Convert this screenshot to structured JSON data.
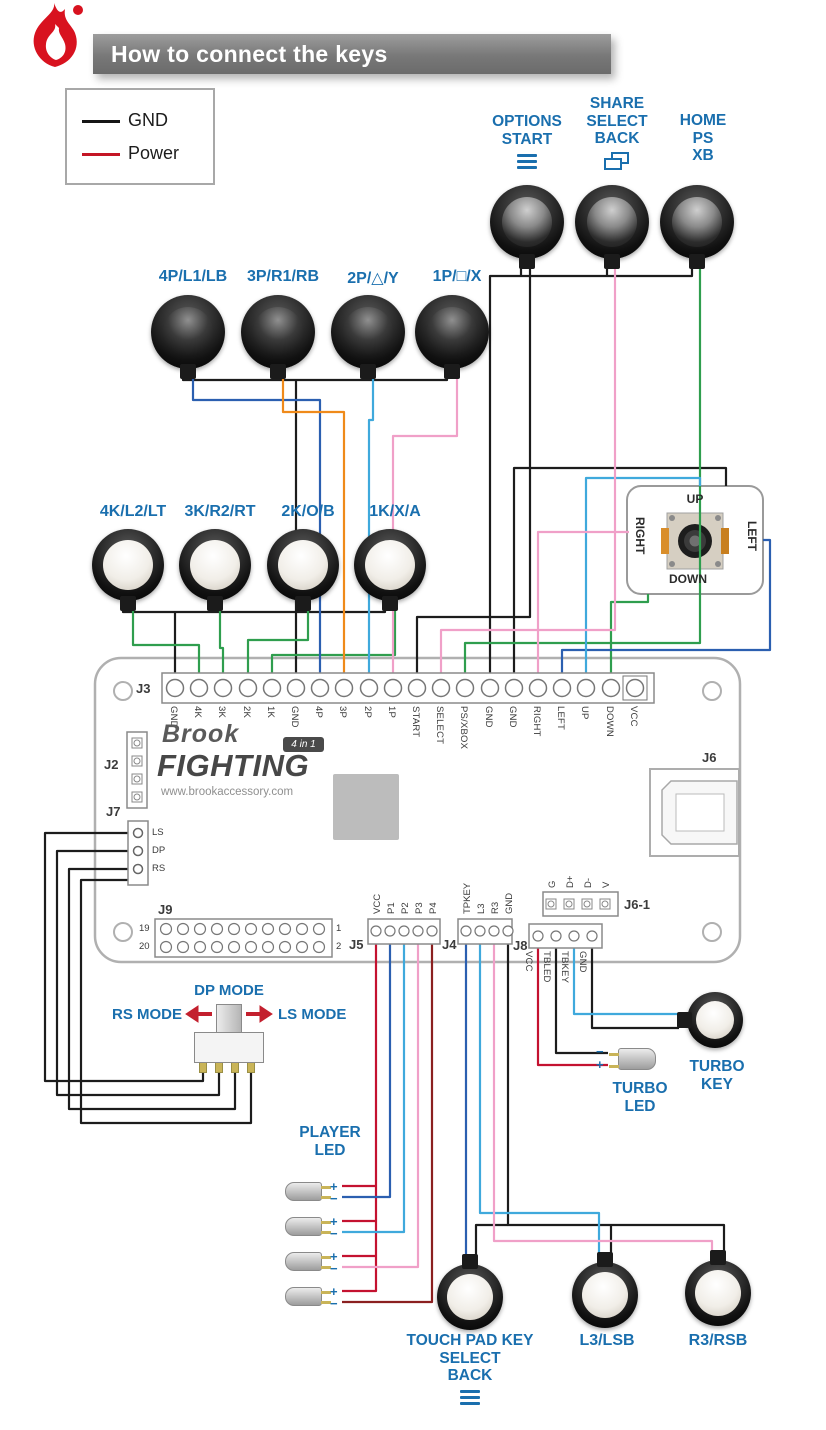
{
  "header": {
    "title": "How to connect the keys"
  },
  "legend": {
    "gnd_label": "GND",
    "power_label": "Power"
  },
  "colors": {
    "label_blue": "#1a6fae",
    "gnd_wire": "#1c1c1c",
    "power_wire": "#c41230",
    "green_wire": "#2f9e4e",
    "blue_wire": "#2b5fb0",
    "cyan_wire": "#3fa9dc",
    "orange_wire": "#ef8a1a",
    "pink_wire": "#f0a0c8",
    "darkred_wire": "#8b2020",
    "flame_red": "#d8121f"
  },
  "icons": {
    "options": "menu-icon",
    "share": "window-copy-icon",
    "touchpad": "menu-icon"
  },
  "top_buttons": {
    "options": {
      "lines": [
        "OPTIONS",
        "START"
      ]
    },
    "share": {
      "lines": [
        "SHARE",
        "SELECT",
        "BACK"
      ]
    },
    "home": {
      "lines": [
        "HOME",
        "PS",
        "XB"
      ]
    }
  },
  "punch_buttons": [
    "4P/L1/LB",
    "3P/R1/RB",
    "2P/△/Y",
    "1P/□/X"
  ],
  "kick_buttons": [
    "4K/L2/LT",
    "3K/R2/RT",
    "2K/O/B",
    "1K/X/A"
  ],
  "joystick": {
    "up": "UP",
    "down": "DOWN",
    "left": "LEFT",
    "right": "RIGHT"
  },
  "pcb": {
    "j3": {
      "label": "J3",
      "pins": [
        "GND",
        "4K",
        "3K",
        "2K",
        "1K",
        "GND",
        "4P",
        "3P",
        "2P",
        "1P",
        "START",
        "SELECT",
        "PS/XBOX",
        "GND",
        "GND",
        "RIGHT",
        "LEFT",
        "UP",
        "DOWN",
        "VCC"
      ]
    },
    "j2": {
      "label": "J2"
    },
    "j6": {
      "label": "J6"
    },
    "j6_1": {
      "label": "J6-1",
      "pins": [
        "G",
        "D+",
        "D-",
        "V"
      ]
    },
    "j7": {
      "label": "J7",
      "pins": [
        "LS",
        "DP",
        "RS"
      ]
    },
    "j9": {
      "label": "J9",
      "corner_pins": {
        "top_left": "19",
        "bottom_left": "20",
        "top_right": "1",
        "bottom_right": "2"
      }
    },
    "j5": {
      "label": "J5",
      "pins": [
        "VCC",
        "P1",
        "P2",
        "P3",
        "P4"
      ]
    },
    "j4": {
      "label": "J4",
      "pins": [
        "TPKEY",
        "L3",
        "R3",
        "GND"
      ]
    },
    "j8": {
      "label": "J8",
      "pins": [
        "VCC",
        "TBLED",
        "TBKEY",
        "GND"
      ]
    },
    "logo": {
      "brand": "Brook",
      "product": "FIGHTING",
      "badge": "4 in 1",
      "website": "www.brookaccessory.com"
    }
  },
  "mode_switch": {
    "dp": "DP MODE",
    "rs": "RS MODE",
    "ls": "LS MODE"
  },
  "turbo": {
    "led_lines": [
      "TURBO",
      "LED"
    ],
    "key_lines": [
      "TURBO",
      "KEY"
    ],
    "plus": "+",
    "minus": "−"
  },
  "player_led": {
    "lines": [
      "PLAYER",
      "LED"
    ],
    "plus": "+",
    "minus": "−"
  },
  "bottom_buttons": {
    "touchpad": {
      "lines": [
        "TOUCH PAD KEY",
        "SELECT",
        "BACK"
      ]
    },
    "l3": "L3/LSB",
    "r3": "R3/RSB"
  }
}
